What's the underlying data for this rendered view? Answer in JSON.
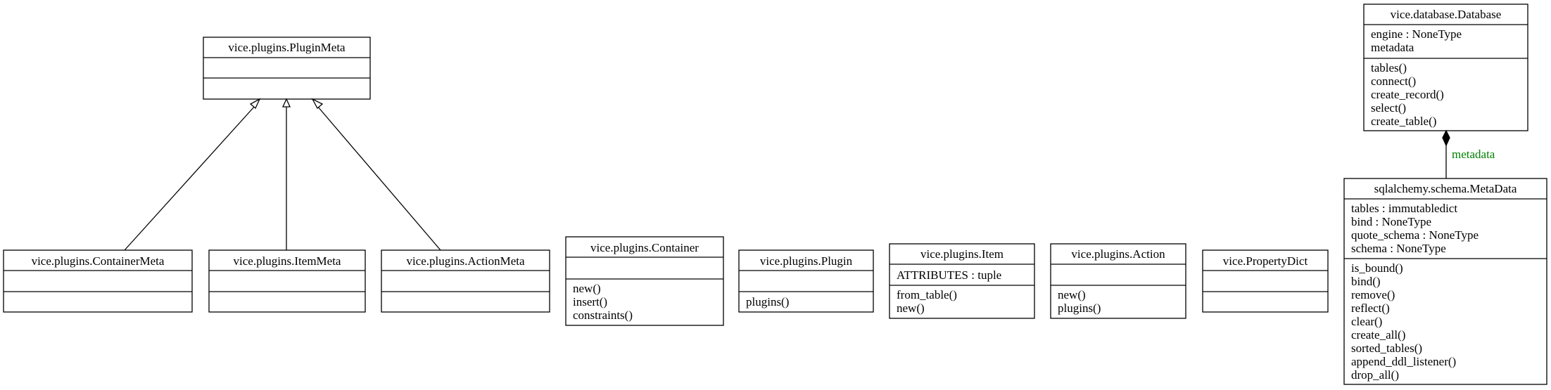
{
  "classes": [
    {
      "id": "plugin-meta",
      "name": "vice.plugins.PluginMeta",
      "attributes": [],
      "methods": []
    },
    {
      "id": "container-meta",
      "name": "vice.plugins.ContainerMeta",
      "attributes": [],
      "methods": []
    },
    {
      "id": "item-meta",
      "name": "vice.plugins.ItemMeta",
      "attributes": [],
      "methods": []
    },
    {
      "id": "action-meta",
      "name": "vice.plugins.ActionMeta",
      "attributes": [],
      "methods": []
    },
    {
      "id": "container",
      "name": "vice.plugins.Container",
      "attributes": [],
      "methods": [
        "new()",
        "insert()",
        "constraints()"
      ]
    },
    {
      "id": "plugin",
      "name": "vice.plugins.Plugin",
      "attributes": [],
      "methods": [
        "plugins()"
      ]
    },
    {
      "id": "item",
      "name": "vice.plugins.Item",
      "attributes": [
        "ATTRIBUTES : tuple"
      ],
      "methods": [
        "from_table()",
        "new()"
      ]
    },
    {
      "id": "action",
      "name": "vice.plugins.Action",
      "attributes": [],
      "methods": [
        "new()",
        "plugins()"
      ]
    },
    {
      "id": "property-dict",
      "name": "vice.PropertyDict",
      "attributes": [],
      "methods": []
    },
    {
      "id": "database",
      "name": "vice.database.Database",
      "attributes": [
        "engine : NoneType",
        "metadata"
      ],
      "methods": [
        "tables()",
        "connect()",
        "create_record()",
        "select()",
        "create_table()"
      ]
    },
    {
      "id": "metadata",
      "name": "sqlalchemy.schema.MetaData",
      "attributes": [
        "tables : immutabledict",
        "bind : NoneType",
        "quote_schema : NoneType",
        "schema : NoneType"
      ],
      "methods": [
        "is_bound()",
        "bind()",
        "remove()",
        "reflect()",
        "clear()",
        "create_all()",
        "sorted_tables()",
        "append_ddl_listener()",
        "drop_all()"
      ]
    }
  ],
  "relations": [
    {
      "type": "inheritance",
      "from": "container-meta",
      "to": "plugin-meta"
    },
    {
      "type": "inheritance",
      "from": "item-meta",
      "to": "plugin-meta"
    },
    {
      "type": "inheritance",
      "from": "action-meta",
      "to": "plugin-meta"
    },
    {
      "type": "composition",
      "from": "metadata",
      "to": "database",
      "label": "metadata"
    }
  ],
  "colors": {
    "line": "#000000",
    "association_label": "#008000",
    "background": "#ffffff"
  }
}
